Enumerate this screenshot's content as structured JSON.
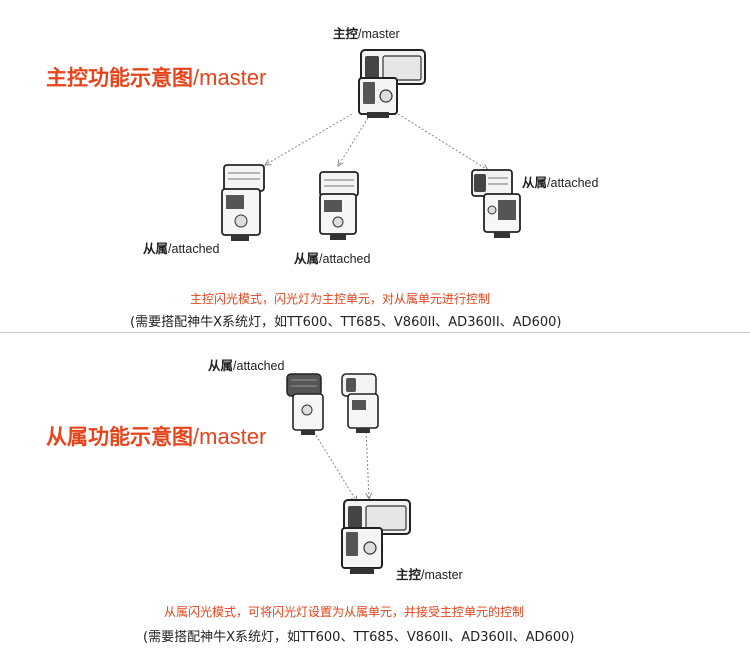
{
  "section1": {
    "title_cn": "主控功能示意图",
    "title_en": "/master",
    "master_label": {
      "cn": "主控",
      "en": "/master"
    },
    "slave_labels": [
      {
        "cn": "从属",
        "en": "/attached"
      },
      {
        "cn": "从属",
        "en": "/attached"
      },
      {
        "cn": "从属",
        "en": "/attached"
      }
    ],
    "caption_red": "主控闪光模式，闪光灯为主控单元，对从属单元进行控制",
    "caption_black": "(需要搭配神牛X系统灯，如TT600、TT685、V860II、AD360II、AD600)"
  },
  "section2": {
    "title_cn": "从属功能示意图",
    "title_en": "/master",
    "slave_label": {
      "cn": "从属",
      "en": "/attached"
    },
    "master_label": {
      "cn": "主控",
      "en": "/master"
    },
    "caption_red": "从属闪光模式，可将闪光灯设置为从属单元，并接受主控单元的控制",
    "caption_black": "(需要搭配神牛X系统灯，如TT600、TT685、V860II、AD360II、AD600)"
  },
  "colors": {
    "accent": "#e8431a",
    "arrow": "#888888",
    "divider": "#cfcfcf"
  }
}
